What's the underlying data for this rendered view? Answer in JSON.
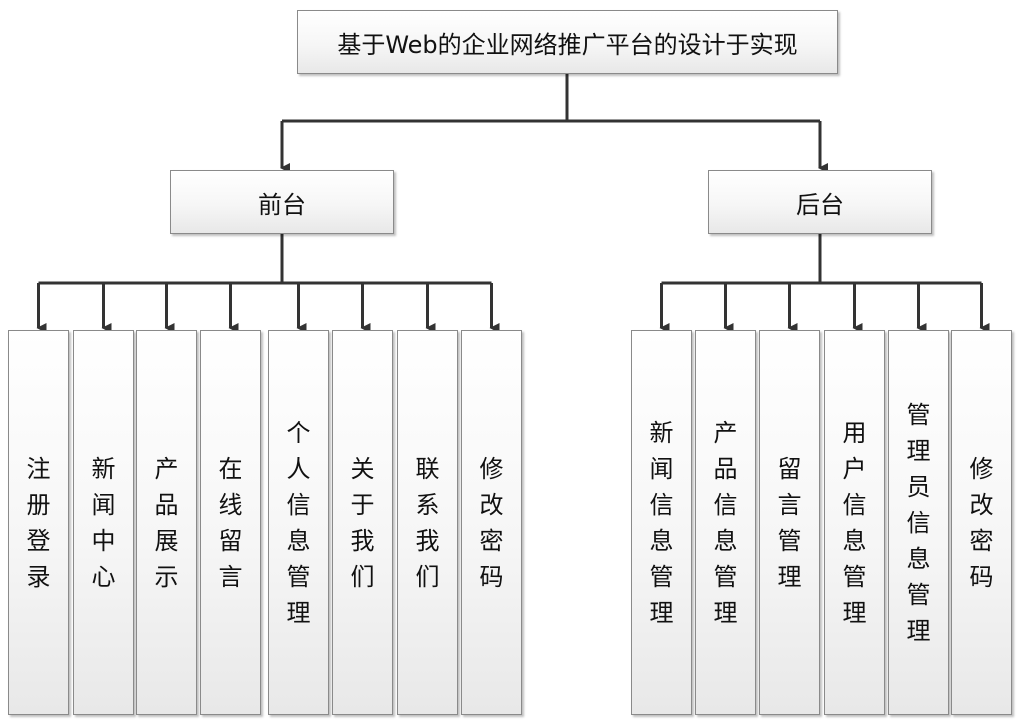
{
  "root": {
    "title": "基于Web的企业网络推广平台的设计于实现"
  },
  "branches": [
    {
      "label": "前台",
      "children": [
        "注册登录",
        "新闻中心",
        "产品展示",
        "在线留言",
        "个人信息管理",
        "关于我们",
        "联系我们",
        "修改密码"
      ]
    },
    {
      "label": "后台",
      "children": [
        "新闻信息管理",
        "产品信息管理",
        "留言管理",
        "用户信息管理",
        "管理员信息管理",
        "修改密码"
      ]
    }
  ],
  "colors": {
    "line": "#333333",
    "border": "#8a8a8a",
    "fill_top": "#ffffff",
    "fill_bottom": "#e8e8e8"
  }
}
